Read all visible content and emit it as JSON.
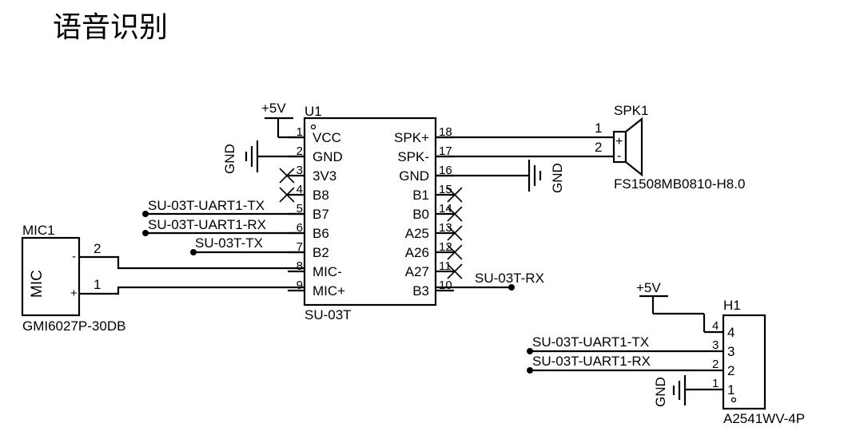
{
  "title": "语音识别",
  "u1": {
    "ref": "U1",
    "value": "SU-03T",
    "left_pins": [
      {
        "num": "1",
        "name": "VCC"
      },
      {
        "num": "2",
        "name": "GND"
      },
      {
        "num": "3",
        "name": "3V3"
      },
      {
        "num": "4",
        "name": "B8"
      },
      {
        "num": "5",
        "name": "B7"
      },
      {
        "num": "6",
        "name": "B6"
      },
      {
        "num": "7",
        "name": "B2"
      },
      {
        "num": "8",
        "name": "MIC-"
      },
      {
        "num": "9",
        "name": "MIC+"
      }
    ],
    "right_pins": [
      {
        "num": "18",
        "name": "SPK+"
      },
      {
        "num": "17",
        "name": "SPK-"
      },
      {
        "num": "16",
        "name": "GND"
      },
      {
        "num": "15",
        "name": "B1"
      },
      {
        "num": "14",
        "name": "B0"
      },
      {
        "num": "13",
        "name": "A25"
      },
      {
        "num": "12",
        "name": "A26"
      },
      {
        "num": "11",
        "name": "A27"
      },
      {
        "num": "10",
        "name": "B3"
      }
    ]
  },
  "spk1": {
    "ref": "SPK1",
    "value": "FS1508MB0810-H8.0",
    "pin1": "1",
    "pin2": "2",
    "plus": "+",
    "minus": "-"
  },
  "mic1": {
    "ref": "MIC1",
    "value": "GMI6027P-30DB",
    "body_label": "MIC",
    "pin2": "2",
    "pin1": "1",
    "minus": "-",
    "plus": "+"
  },
  "h1": {
    "ref": "H1",
    "value": "A2541WV-4P",
    "pins": [
      {
        "num": "4",
        "inner": "4"
      },
      {
        "num": "3",
        "inner": "3"
      },
      {
        "num": "2",
        "inner": "2"
      },
      {
        "num": "1",
        "inner": "1"
      }
    ]
  },
  "nets": {
    "vcc_u1": "+5V",
    "vcc_h1": "+5V",
    "gnd_u1_left": "GND",
    "gnd_u1_right": "GND",
    "gnd_h1": "GND",
    "uart1_tx": "SU-03T-UART1-TX",
    "uart1_rx": "SU-03T-UART1-RX",
    "su_tx": "SU-03T-TX",
    "su_rx": "SU-03T-RX",
    "h1_uart1_tx": "SU-03T-UART1-TX",
    "h1_uart1_rx": "SU-03T-UART1-RX"
  }
}
